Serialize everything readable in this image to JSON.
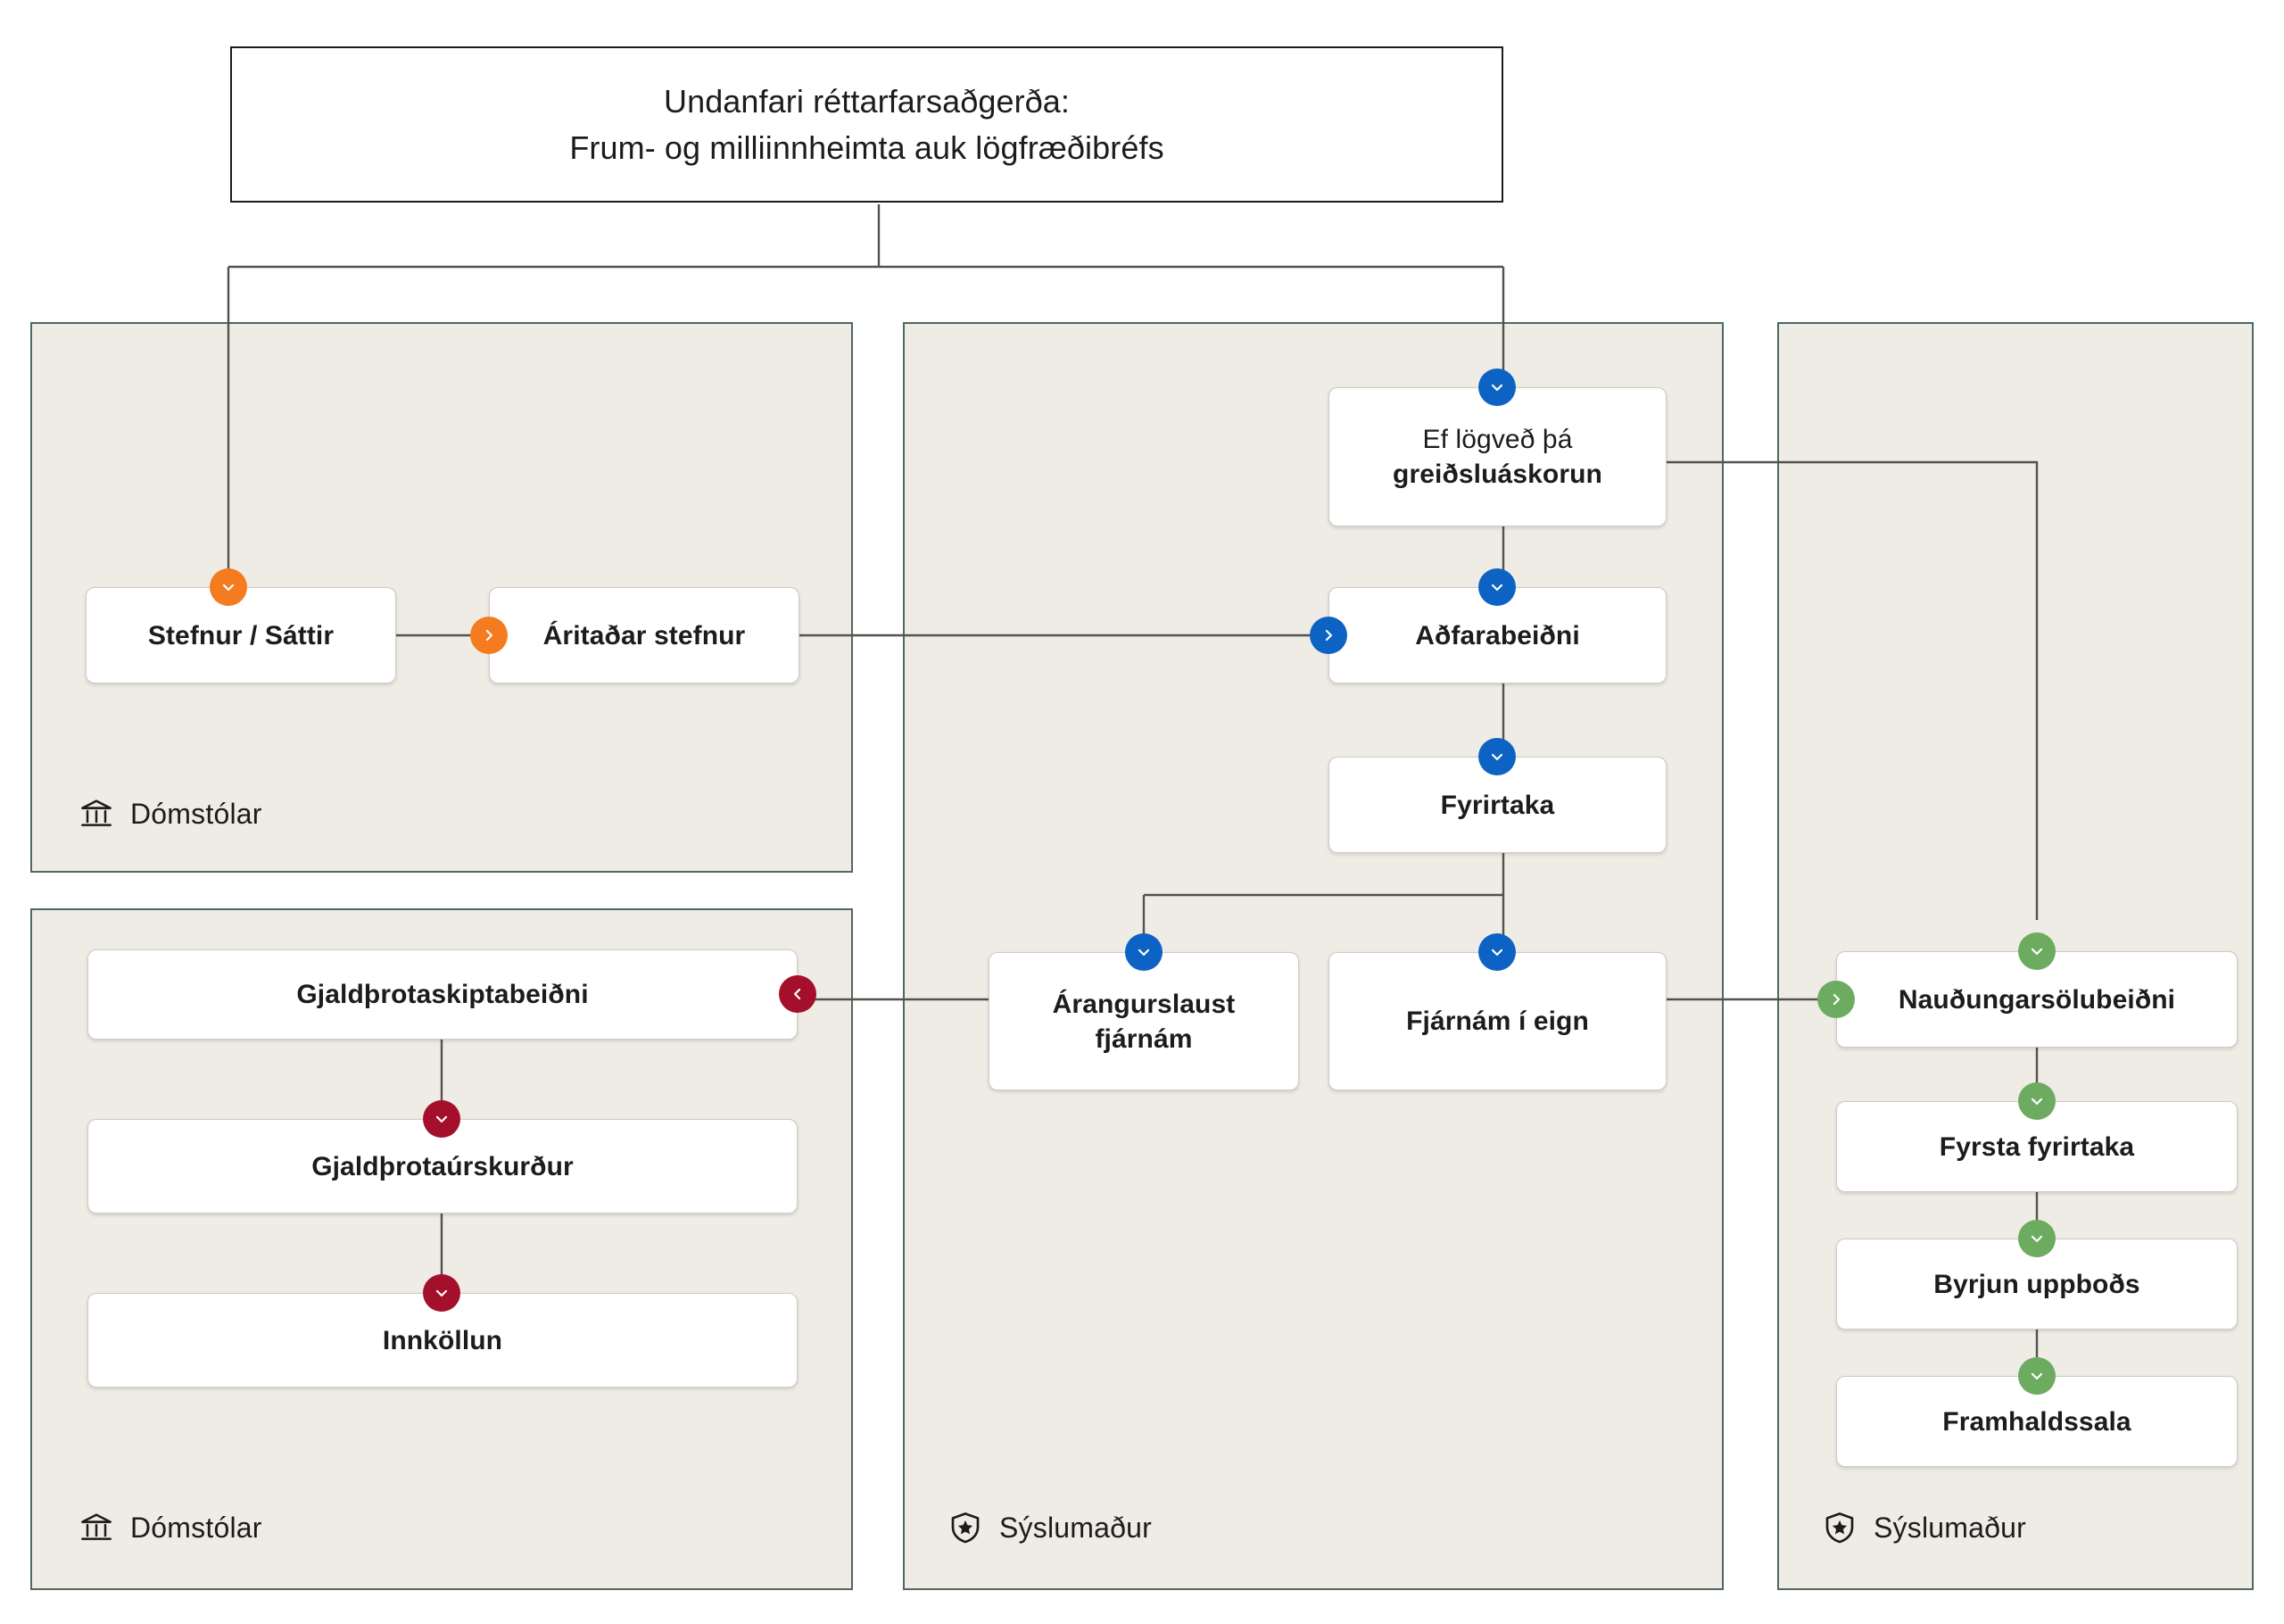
{
  "header": {
    "line1": "Undanfari réttarfarsaðgerða:",
    "line2": "Frum- og milliinnheimta auk lögfræðibréfs"
  },
  "colors": {
    "orange": "#f47b20",
    "blue": "#0d63c4",
    "red": "#a4102c",
    "green": "#6cab60",
    "panel_bg": "#efece6",
    "panel_border": "#4f6860",
    "node_bg": "#ffffff",
    "text": "#1c1c1c"
  },
  "lanes": [
    {
      "id": "courts-top",
      "label": "Dómstólar",
      "icon": "bank-icon"
    },
    {
      "id": "courts-bottom",
      "label": "Dómstólar",
      "icon": "bank-icon"
    },
    {
      "id": "sheriff-mid",
      "label": "Sýslumaður",
      "icon": "shield-star-icon"
    },
    {
      "id": "sheriff-right",
      "label": "Sýslumaður",
      "icon": "shield-star-icon"
    }
  ],
  "nodes": [
    {
      "id": "stefnur",
      "label": "Stefnur / Sáttir",
      "lane": "courts-top"
    },
    {
      "id": "aritadar-stefnur",
      "label": "Áritaðar stefnur",
      "lane": "courts-top"
    },
    {
      "id": "logved",
      "label_thin": "Ef lögveð þá",
      "label_strong": "greiðsluáskorun",
      "lane": "sheriff-mid"
    },
    {
      "id": "adfarabeidni",
      "label": "Aðfarabeiðni",
      "lane": "sheriff-mid"
    },
    {
      "id": "fyrirtaka",
      "label": "Fyrirtaka",
      "lane": "sheriff-mid"
    },
    {
      "id": "arangurslaust",
      "label_line1": "Árangurslaust",
      "label_line2": "fjárnám",
      "lane": "sheriff-mid"
    },
    {
      "id": "fjarnam-i-eign",
      "label": "Fjárnám í eign",
      "lane": "sheriff-mid"
    },
    {
      "id": "gjaldthrotaskipta",
      "label": "Gjaldþrotaskiptabeiðni",
      "lane": "courts-bottom"
    },
    {
      "id": "gjaldthrotaurskurdur",
      "label": "Gjaldþrotaúrskurður",
      "lane": "courts-bottom"
    },
    {
      "id": "innkollun",
      "label": "Innköllun",
      "lane": "courts-bottom"
    },
    {
      "id": "naudungarsolubeidni",
      "label": "Nauðungarsölubeiðni",
      "lane": "sheriff-right"
    },
    {
      "id": "fyrsta-fyrirtaka",
      "label": "Fyrsta fyrirtaka",
      "lane": "sheriff-right"
    },
    {
      "id": "byrjun-uppbods",
      "label": "Byrjun uppboðs",
      "lane": "sheriff-right"
    },
    {
      "id": "framhaldssala",
      "label": "Framhaldssala",
      "lane": "sheriff-right"
    }
  ],
  "badges": [
    {
      "id": "badge-stefnur-top",
      "icon": "chevron-down-icon",
      "color": "orange"
    },
    {
      "id": "badge-aritadar-left",
      "icon": "chevron-right-icon",
      "color": "orange"
    },
    {
      "id": "badge-logved-top",
      "icon": "chevron-down-icon",
      "color": "blue"
    },
    {
      "id": "badge-adfarabeidni-top",
      "icon": "chevron-down-icon",
      "color": "blue"
    },
    {
      "id": "badge-adfarabeidni-left",
      "icon": "chevron-right-icon",
      "color": "blue"
    },
    {
      "id": "badge-fyrirtaka-top",
      "icon": "chevron-down-icon",
      "color": "blue"
    },
    {
      "id": "badge-arangurslaust-top",
      "icon": "chevron-down-icon",
      "color": "blue"
    },
    {
      "id": "badge-fjarnam-top",
      "icon": "chevron-down-icon",
      "color": "blue"
    },
    {
      "id": "badge-gjaldthrotaskipta-right",
      "icon": "chevron-left-icon",
      "color": "red"
    },
    {
      "id": "badge-gjaldthrotaurskurdur-top",
      "icon": "chevron-down-icon",
      "color": "red"
    },
    {
      "id": "badge-innkollun-top",
      "icon": "chevron-down-icon",
      "color": "red"
    },
    {
      "id": "badge-naudungarsolu-top",
      "icon": "chevron-down-icon",
      "color": "green"
    },
    {
      "id": "badge-naudungarsolu-left",
      "icon": "chevron-right-icon",
      "color": "green"
    },
    {
      "id": "badge-fyrsta-fyrirtaka-top",
      "icon": "chevron-down-icon",
      "color": "green"
    },
    {
      "id": "badge-byrjun-uppbods-top",
      "icon": "chevron-down-icon",
      "color": "green"
    },
    {
      "id": "badge-framhaldssala-top",
      "icon": "chevron-down-icon",
      "color": "green"
    }
  ]
}
